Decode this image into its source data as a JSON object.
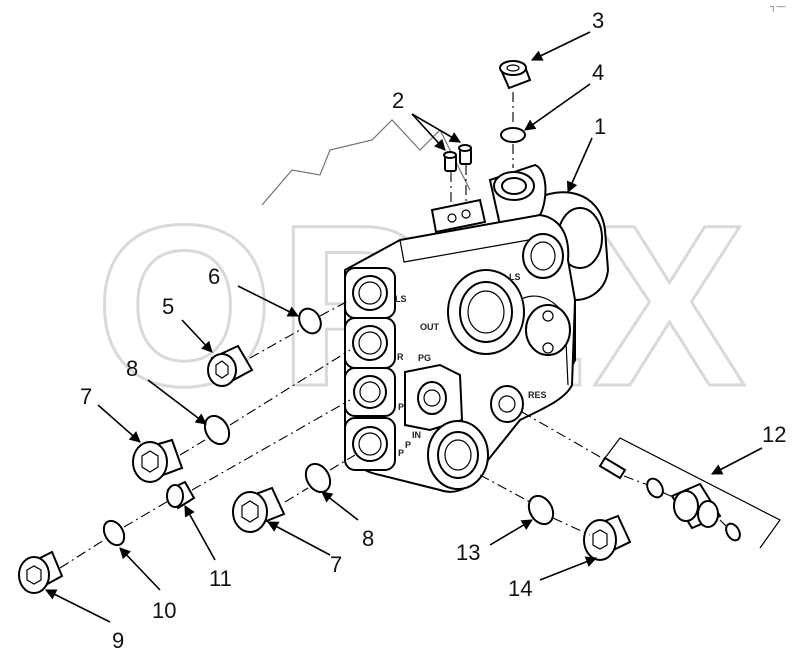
{
  "watermark": "OPEX",
  "callouts": [
    "1",
    "2",
    "3",
    "4",
    "5",
    "6",
    "7",
    "7",
    "8",
    "8",
    "9",
    "10",
    "11",
    "12",
    "13",
    "14"
  ],
  "port_labels": [
    "LS",
    "LS",
    "OUT",
    "R",
    "PG",
    "P",
    "P",
    "IN",
    "RES",
    "P"
  ],
  "corner_mark": "┐—"
}
